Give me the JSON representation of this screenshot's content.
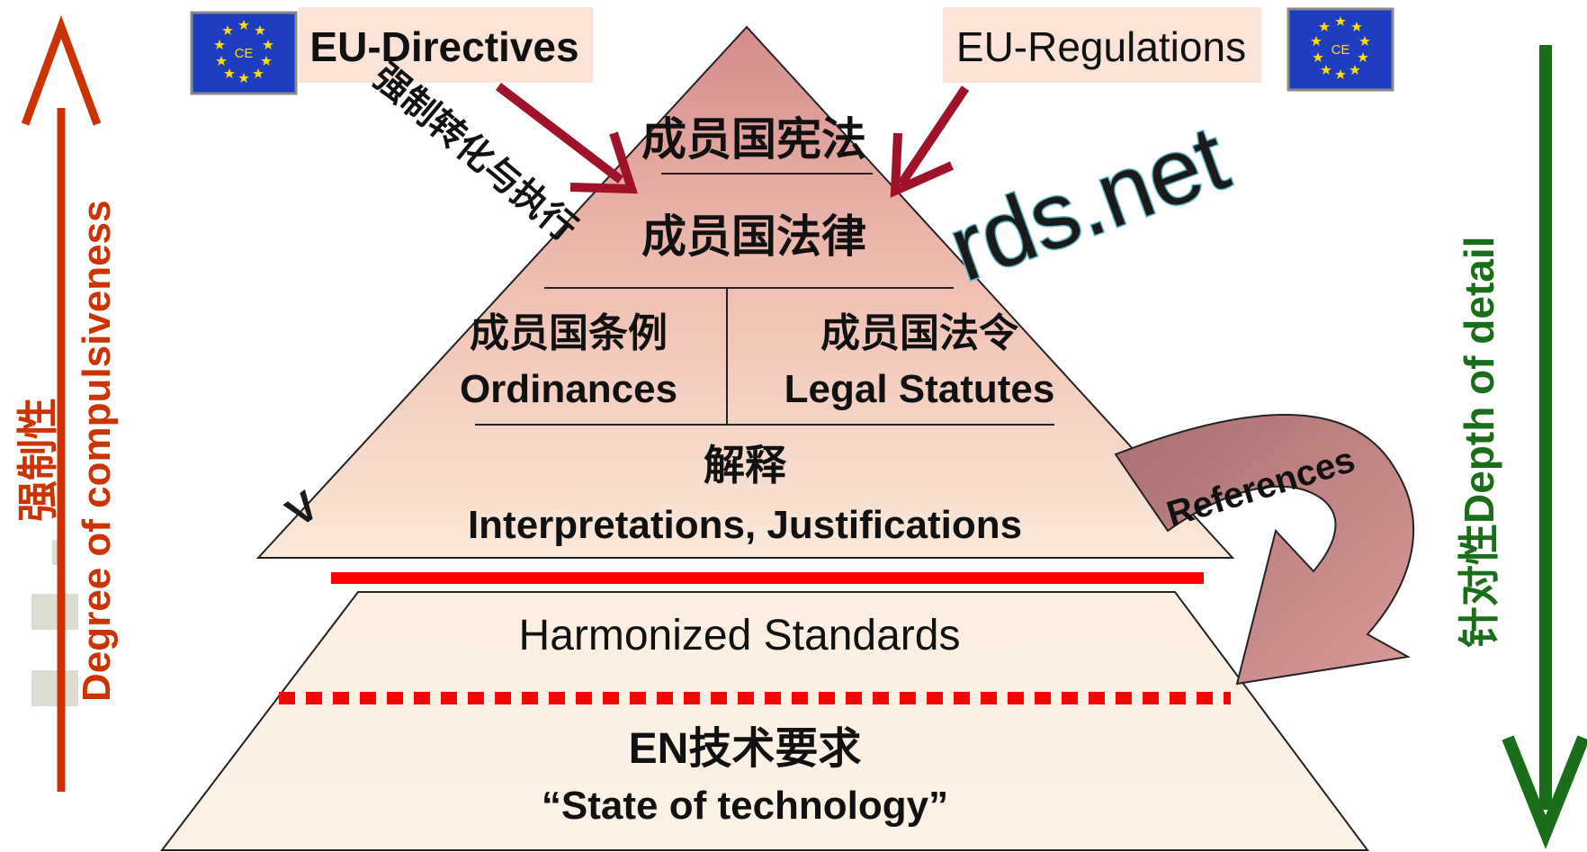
{
  "top_labels": {
    "directives": "EU-Directives",
    "regulations": "EU-Regulations",
    "transpose": "强制转化与执行"
  },
  "watermark": "rds.net",
  "upper_pyramid": {
    "constitution": "成员国宪法",
    "law": "成员国法律",
    "ordinance_cn": "成员国条例",
    "ordinance_en": "Ordinances",
    "statute_cn": "成员国法令",
    "statute_en": "Legal Statutes",
    "interp_cn": "解释",
    "interp_en": "Interpretations, Justifications"
  },
  "lower_pyramid": {
    "harmonized": "Harmonized Standards",
    "en_req": "EN技术要求",
    "state": "“State of technology”"
  },
  "references_label": "References",
  "left_axis": {
    "cn": "强制性",
    "en": "Degree of compulsiveness"
  },
  "right_axis": {
    "text": "针对性Depth of detail"
  },
  "colors": {
    "pyramid_top": "#d89c9c",
    "pyramid_bottom": "#fbeee0",
    "left_arrow": "#cc3300",
    "right_arrow": "#1a6e1a",
    "dark_red_arrow": "#a0122a",
    "references_fill": "#b0777a",
    "separator": "#ff0000",
    "eu_blue": "#1e3ebf",
    "eu_star": "#ffde00"
  }
}
